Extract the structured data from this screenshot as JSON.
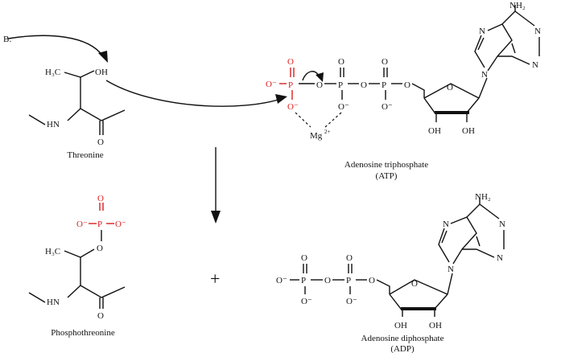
{
  "labels": {
    "base": "B:",
    "h3c": "H₃C",
    "oh": "OH",
    "hn": "HN",
    "o": "O",
    "p": "P",
    "o_minus": "O⁻",
    "mg": "Mg",
    "mg_charge": "2+",
    "nh2": "NH₂",
    "n": "N",
    "plus": "+"
  },
  "captions": {
    "threonine": "Threonine",
    "atp_line1": "Adenosine triphosphate",
    "atp_line2": "(ATP)",
    "phosphothreonine": "Phosphothreonine",
    "adp_line1": "Adenosine diphosphate",
    "adp_line2": "(ADP)"
  },
  "colors": {
    "highlight": "#d92020",
    "ink": "#111111"
  }
}
